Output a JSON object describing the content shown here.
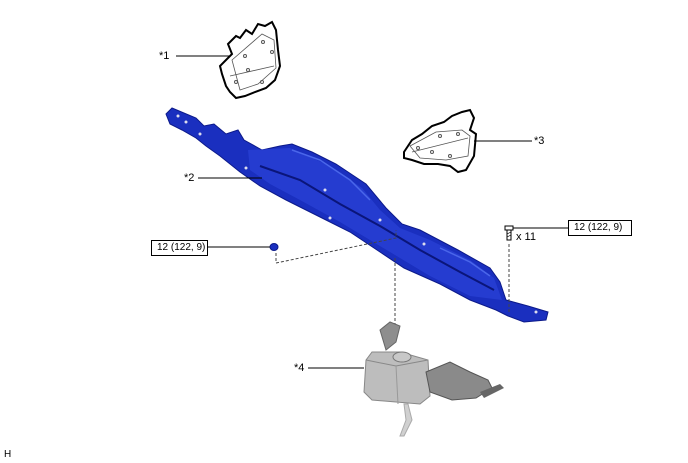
{
  "diagram": {
    "figure_code": "H",
    "parts": [
      {
        "id": "1",
        "callout": "*1",
        "description": "heat insulator (upper)"
      },
      {
        "id": "2",
        "callout": "*2",
        "description": "blue reinforcement bracket"
      },
      {
        "id": "3",
        "callout": "*3",
        "description": "heat insulator (side)"
      },
      {
        "id": "4",
        "callout": "*4",
        "description": "component assembly (grey)"
      }
    ],
    "fasteners": {
      "nut": {
        "torque_label": "12 (122, 9)"
      },
      "bolt": {
        "torque_label": "12 (122, 9)",
        "quantity_label": "x 11"
      }
    },
    "colors": {
      "bracket_blue": "#1a2fbf",
      "bracket_dark": "#0c1a8a",
      "bracket_light": "#3a55e0",
      "component_grey": "#b8b8b8",
      "line": "#000000"
    }
  }
}
